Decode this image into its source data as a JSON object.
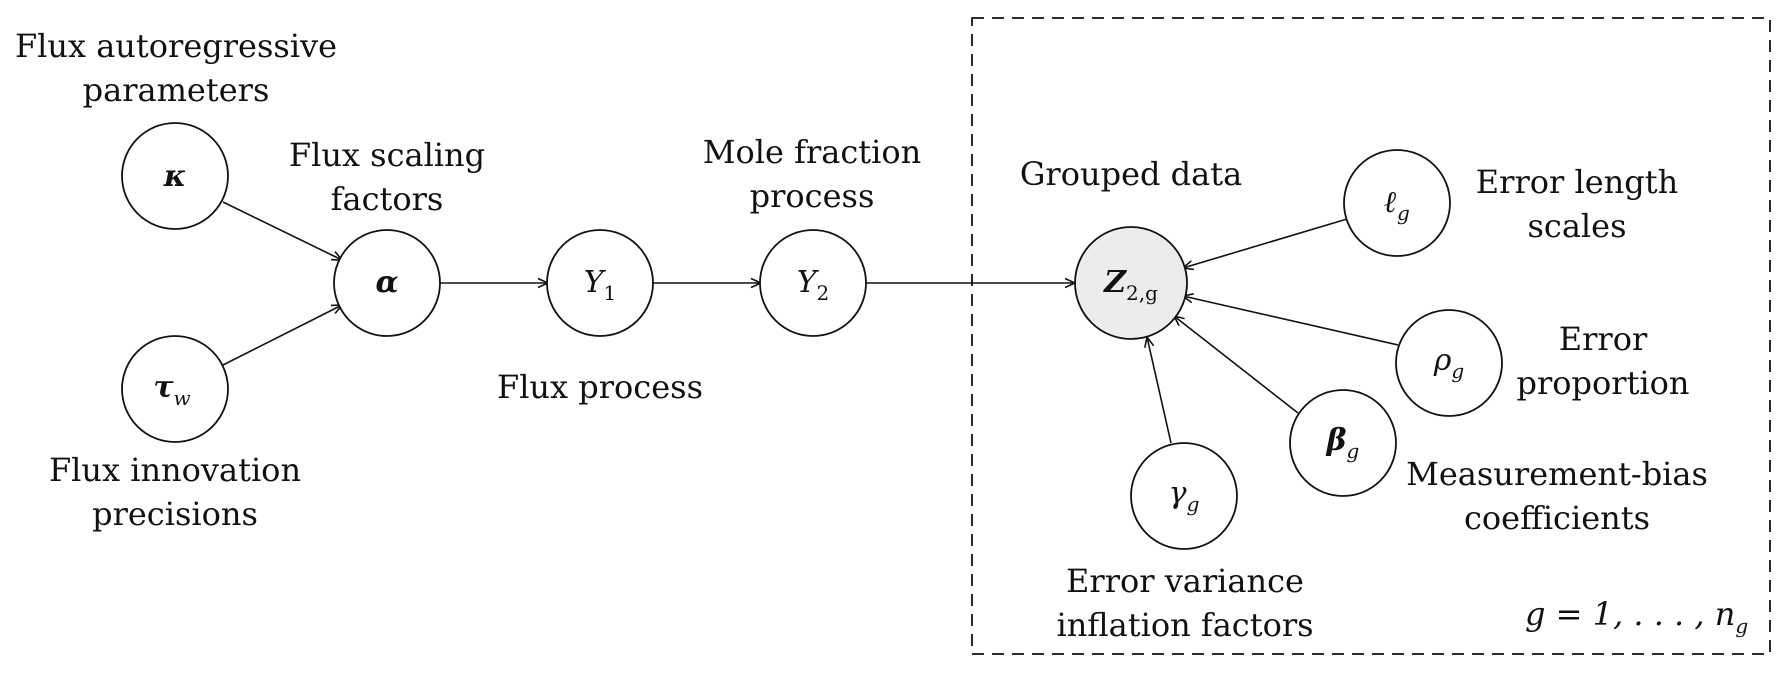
{
  "nodes": {
    "kappa": {
      "symbol": "κ",
      "subscript": ""
    },
    "tau": {
      "symbol": "τ",
      "subscript": "w"
    },
    "alpha": {
      "symbol": "α",
      "subscript": ""
    },
    "y1": {
      "symbol": "Y",
      "subscript": "1"
    },
    "y2": {
      "symbol": "Y",
      "subscript": "2"
    },
    "z": {
      "symbol": "Z",
      "subscript": "2,g"
    },
    "ell": {
      "symbol": "ℓ",
      "subscript": "g"
    },
    "rho": {
      "symbol": "ρ",
      "subscript": "g"
    },
    "beta": {
      "symbol": "β",
      "subscript": "g"
    },
    "gamma": {
      "symbol": "γ",
      "subscript": "g"
    }
  },
  "labels": {
    "flux_ar_1": "Flux autoregressive",
    "flux_ar_2": "parameters",
    "flux_innov_1": "Flux innovation",
    "flux_innov_2": "precisions",
    "flux_scaling_1": "Flux scaling",
    "flux_scaling_2": "factors",
    "flux_process": "Flux process",
    "mole_fraction_1": "Mole fraction",
    "mole_fraction_2": "process",
    "grouped_data": "Grouped data",
    "error_length_1": "Error length",
    "error_length_2": "scales",
    "error_prop_1": "Error",
    "error_prop_2": "proportion",
    "meas_bias_1": "Measurement-bias",
    "meas_bias_2": "coefficients",
    "err_var_1": "Error variance",
    "err_var_2": "inflation factors"
  },
  "plate": {
    "index_label": "g = 1, . . . , n",
    "index_sub": "g"
  },
  "colors": {
    "observed_fill": "#ececec",
    "stroke": "#111111"
  }
}
